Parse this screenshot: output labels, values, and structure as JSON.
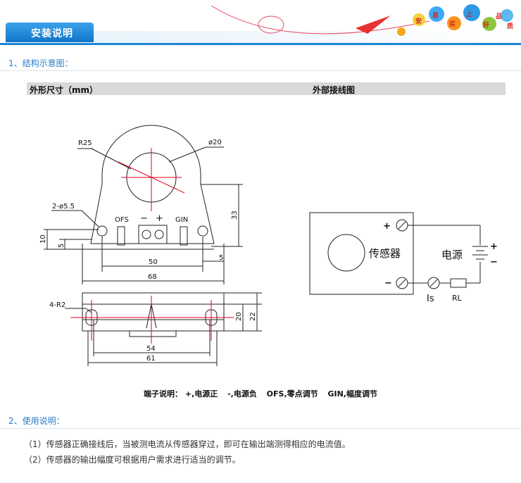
{
  "banner": {
    "title": "安装说明",
    "slogan_chars": [
      "安",
      "易",
      "买",
      "上",
      "好",
      "品",
      "质"
    ]
  },
  "section1": {
    "heading": "1、结构示意图："
  },
  "table_header": {
    "left": "外形尺寸（mm）",
    "right": "外部接线图"
  },
  "drawing": {
    "r25": "R25",
    "d20": "ø20",
    "holes": "2-ø5.5",
    "ofs": "OFS",
    "minus": "−",
    "plus": "+",
    "gin": "GIN",
    "dim_33": "33",
    "dim_10": "10",
    "dim_5_left": "5",
    "dim_5_right": "5",
    "dim_50": "50",
    "dim_68": "68",
    "r2": "4-R2",
    "dim_20": "20",
    "dim_22": "22",
    "dim_54": "54",
    "dim_61": "61"
  },
  "wiring": {
    "plus": "+",
    "minus": "−",
    "sensor": "传感器",
    "supply": "电源",
    "supply_plus": "+",
    "supply_minus": "−",
    "is": "Is",
    "rl": "RL"
  },
  "terminals": {
    "title": "端子说明：",
    "items": [
      "+,电源正",
      "-,电源负",
      "OFS,零点调节",
      "GIN,幅度调节"
    ]
  },
  "section2": {
    "heading": "2、使用说明：",
    "lines": [
      "（1）传感器正确接线后，当被测电流从传感器穿过，即可在输出端测得相应的电流值。",
      "（2）传感器的输出幅度可根据用户需求进行适当的调节。"
    ]
  },
  "colors": {
    "accent": "#1a86d6",
    "heading": "#2b7cc8",
    "red": "#e0001b"
  }
}
